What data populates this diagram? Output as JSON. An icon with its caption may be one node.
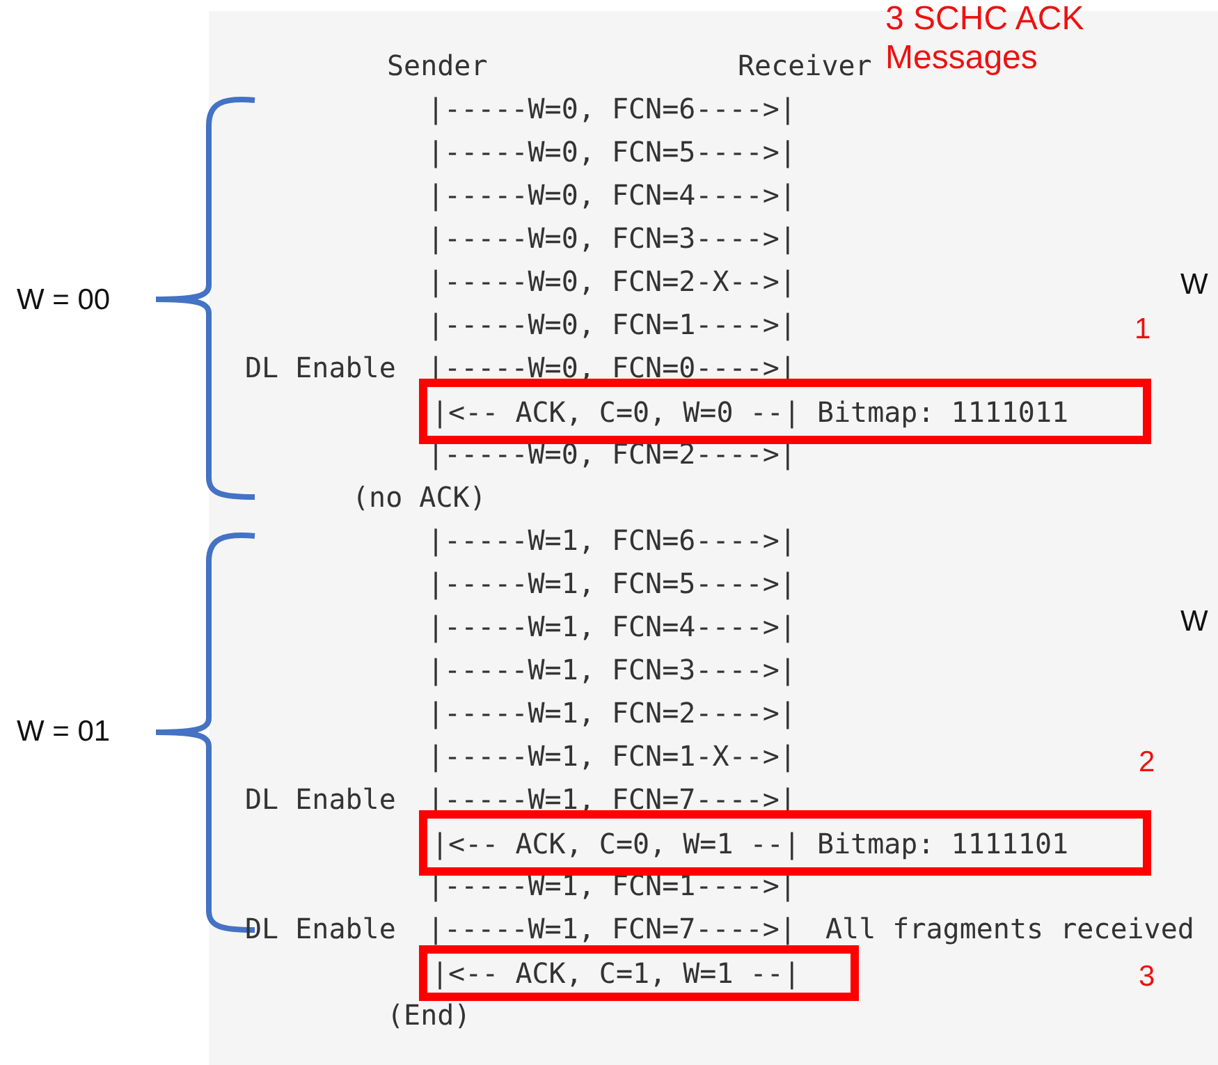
{
  "diagram": {
    "nodes": [
      {
        "text": [
          "|<-- ACK, C=0, W=0 --| Bitmap: 1111011"
        ]
      },
      {
        "text": [
          "|<-- ACK, C=0, W=1 --| Bitmap: 1111101"
        ]
      },
      {
        "text": [
          "|<-- ACK, C=1, W=1 --|"
        ]
      }
    ],
    "labels": [
      "3 SCHC ACK Messages",
      "Sender",
      "Receiver",
      "|-----W=0, FCN=6---->|",
      "|-----W=0, FCN=5---->|",
      "|-----W=0, FCN=4---->|",
      "|-----W=0, FCN=3---->|",
      "W = 00",
      "|-----W=0, FCN=2-X-->|",
      "W",
      "|-----W=0, FCN=1---->|",
      "1",
      "DL Enable",
      "|-----W=0, FCN=0---->|",
      "|-----W=0, FCN=2---->|",
      "(no ACK)",
      "|-----W=1, FCN=6---->|",
      "|-----W=1, FCN=5---->|",
      "|-----W=1, FCN=4---->|",
      "W",
      "|-----W=1, FCN=3---->|",
      "|-----W=1, FCN=2---->|",
      "W = 01",
      "|-----W=1, FCN=1-X-->|",
      "2",
      "DL Enable",
      "|-----W=1, FCN=7---->|",
      "|-----W=1, FCN=1---->|",
      "DL Enable",
      "|-----W=1, FCN=7---->|",
      "All fragments received",
      "3",
      "(End)"
    ]
  }
}
